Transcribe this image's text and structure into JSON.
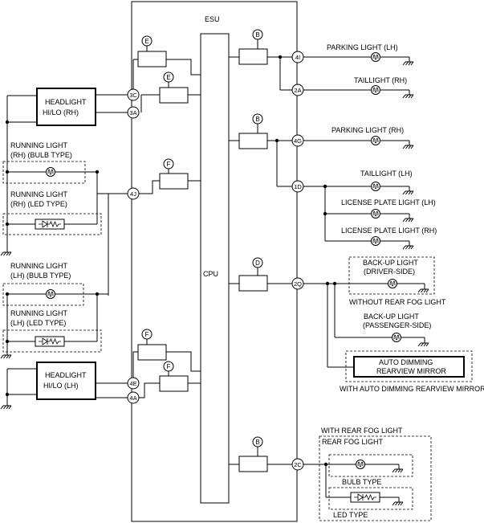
{
  "esu": {
    "label": "ESU",
    "cpu_label": "CPU"
  },
  "pins": {
    "p4I": "4I",
    "p2A": "2A",
    "p4G": "4G",
    "p1D": "1D",
    "p2Q": "2Q",
    "p2C": "2C",
    "p3C": "3C",
    "p3A": "3A",
    "p4J": "4J",
    "p4E": "4E",
    "p4A": "4A"
  },
  "drivers": {
    "B": "B",
    "D": "D",
    "E": "E",
    "F": "F"
  },
  "right": {
    "parking_lh": "PARKING LIGHT (LH)",
    "taillight_rh": "TAILLIGHT (RH)",
    "parking_rh": "PARKING LIGHT (RH)",
    "taillight_lh": "TAILLIGHT (LH)",
    "license_lh": "LICENSE PLATE LIGHT (LH)",
    "license_rh": "LICENSE PLATE LIGHT (RH)",
    "backup_driver_1": "BACK-UP LIGHT",
    "backup_driver_2": "(DRIVER-SIDE)",
    "without_rear_fog": "WITHOUT REAR FOG LIGHT",
    "backup_pass_1": "BACK-UP LIGHT",
    "backup_pass_2": "(PASSENGER-SIDE)",
    "mirror_1": "AUTO DIMMING",
    "mirror_2": "REARVIEW MIRROR",
    "with_mirror": "WITH AUTO DIMMING REARVIEW MIRROR",
    "with_rear_fog": "WITH REAR FOG LIGHT",
    "rear_fog": "REAR FOG LIGHT",
    "bulb_type": "BULB TYPE",
    "led_type": "LED TYPE"
  },
  "left": {
    "headlight_rh_1": "HEADLIGHT",
    "headlight_rh_2": "HI/LO (RH)",
    "running_rh_bulb_1": "RUNNING LIGHT",
    "running_rh_bulb_2": "(RH) (BULB TYPE)",
    "running_rh_led_1": "RUNNING LIGHT",
    "running_rh_led_2": "(RH) (LED TYPE)",
    "running_lh_bulb_1": "RUNNING LIGHT",
    "running_lh_bulb_2": "(LH) (BULB TYPE)",
    "running_lh_led_1": "RUNNING LIGHT",
    "running_lh_led_2": "(LH) (LED TYPE)",
    "headlight_lh_1": "HEADLIGHT",
    "headlight_lh_2": "HI/LO (LH)"
  }
}
